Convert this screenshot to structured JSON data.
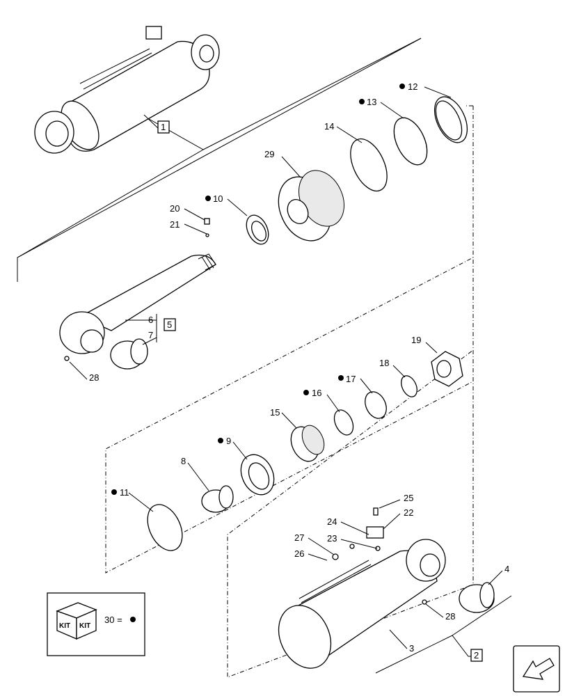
{
  "callouts": {
    "c1": "1",
    "c2": "2",
    "c3": "3",
    "c4": "4",
    "c5": "5",
    "c6": "6",
    "c7": "7",
    "c8": "8",
    "c9": "9",
    "c10": "10",
    "c11": "11",
    "c12": "12",
    "c13": "13",
    "c14": "14",
    "c15": "15",
    "c16": "16",
    "c17": "17",
    "c18": "18",
    "c19": "19",
    "c20": "20",
    "c21": "21",
    "c22": "22",
    "c23": "23",
    "c24": "24",
    "c25": "25",
    "c26": "26",
    "c27": "27",
    "c28a": "28",
    "c28b": "28",
    "c29": "29"
  },
  "legend": {
    "kit_label_1": "KIT",
    "kit_label_2": "KIT",
    "equation": "30 ="
  },
  "nav_icon": "arrow-back-icon"
}
